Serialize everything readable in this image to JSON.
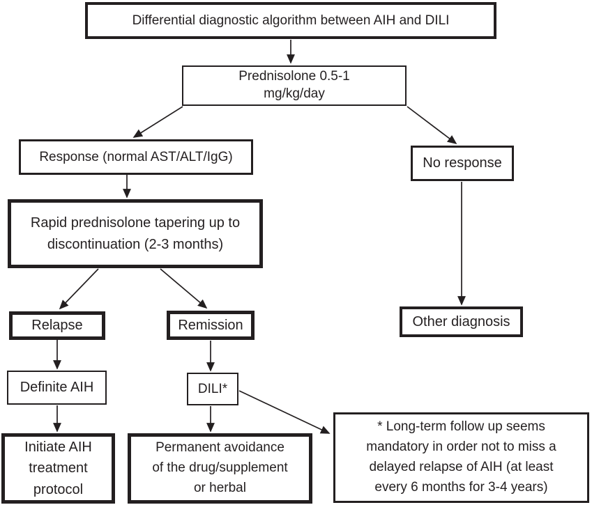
{
  "figure": {
    "type": "flowchart",
    "title": "Differential diagnostic algorithm between AIH and DILI",
    "background": "#ffffff",
    "ink_color": "#231f20"
  },
  "nodes": {
    "title": {
      "lines": [
        "Differential diagnostic algorithm between AIH and DILI"
      ]
    },
    "prednisolone": {
      "lines": [
        "Prednisolone 0.5-1",
        "mg/kg/day"
      ]
    },
    "response": {
      "lines": [
        "Response (normal AST/ALT/IgG)"
      ]
    },
    "no_response": {
      "lines": [
        "No response"
      ]
    },
    "rapid_tapering": {
      "lines": [
        "Rapid prednisolone tapering up to",
        "discontinuation (2-3 months)"
      ]
    },
    "relapse": {
      "lines": [
        "Relapse"
      ]
    },
    "remission": {
      "lines": [
        "Remission"
      ]
    },
    "other_diagnosis": {
      "lines": [
        "Other diagnosis"
      ]
    },
    "definite_aih": {
      "lines": [
        "Definite AIH"
      ]
    },
    "dili": {
      "lines": [
        "DILI*"
      ]
    },
    "initiate_treatment": {
      "lines": [
        "Initiate AIH",
        "treatment",
        "protocol"
      ]
    },
    "permanent_avoidance": {
      "lines": [
        "Permanent avoidance",
        "of the drug/supplement",
        "or herbal"
      ]
    },
    "footnote": {
      "lines": [
        "* Long-term follow up seems",
        "mandatory in order not to miss a",
        "delayed relapse of AIH (at least",
        "every 6 months for 3-4 years)"
      ]
    }
  },
  "edges": [
    {
      "from": "title",
      "to": "prednisolone"
    },
    {
      "from": "prednisolone",
      "to": "response"
    },
    {
      "from": "prednisolone",
      "to": "no_response"
    },
    {
      "from": "response",
      "to": "rapid_tapering"
    },
    {
      "from": "no_response",
      "to": "other_diagnosis"
    },
    {
      "from": "rapid_tapering",
      "to": "relapse"
    },
    {
      "from": "rapid_tapering",
      "to": "remission"
    },
    {
      "from": "relapse",
      "to": "definite_aih"
    },
    {
      "from": "remission",
      "to": "dili"
    },
    {
      "from": "definite_aih",
      "to": "initiate_treatment"
    },
    {
      "from": "dili",
      "to": "permanent_avoidance"
    },
    {
      "from": "dili",
      "to": "footnote"
    }
  ]
}
